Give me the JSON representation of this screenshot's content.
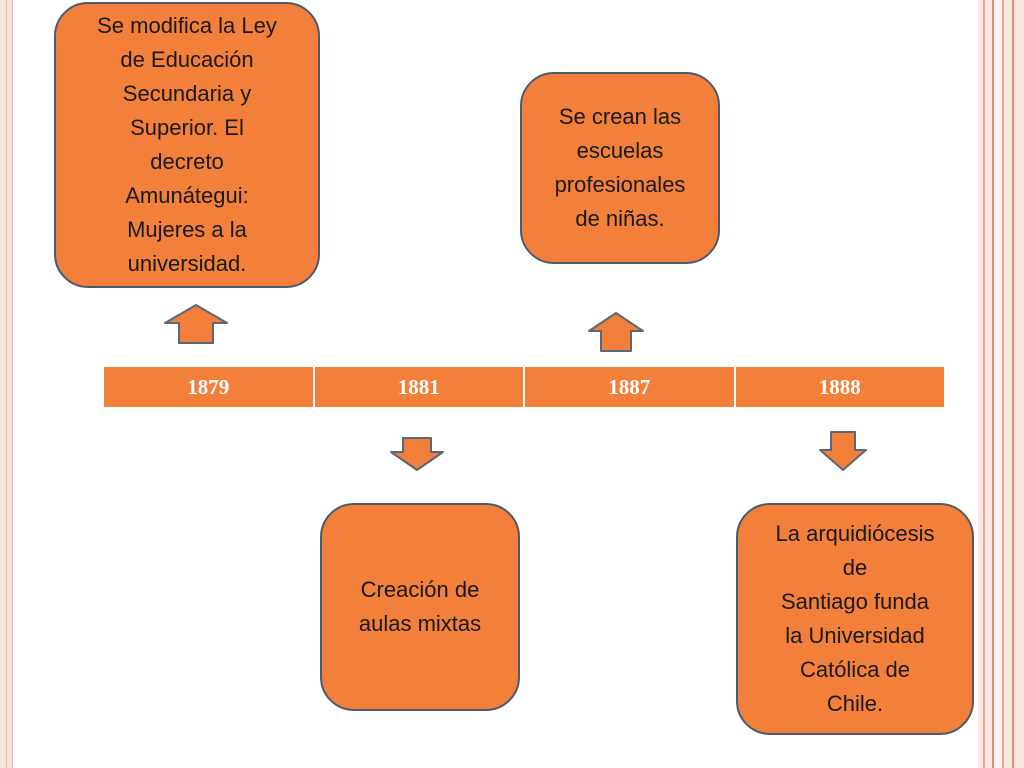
{
  "timeline": {
    "years": [
      "1879",
      "1881",
      "1887",
      "1888"
    ]
  },
  "events": {
    "e1879": "Se modifica la Ley\nde Educación\nSecundaria y\nSuperior. El\ndecreto\nAmunátegui:\nMujeres a la\nuniversidad.",
    "e1881": "Creación de\naulas mixtas",
    "e1887": "Se crean las\nescuelas\nprofesionales\nde niñas.",
    "e1888": "La arquidiócesis\nde\nSantiago funda\nla Universidad\nCatólica de\nChile."
  },
  "colors": {
    "box_fill": "#f27f3a",
    "box_border": "#4c5a6f",
    "arrow_fill": "#f27f3a",
    "arrow_stroke": "#5b6678",
    "year_text": "#ffffff"
  },
  "icons": {
    "up": "arrow-up-icon",
    "down": "arrow-down-icon"
  }
}
